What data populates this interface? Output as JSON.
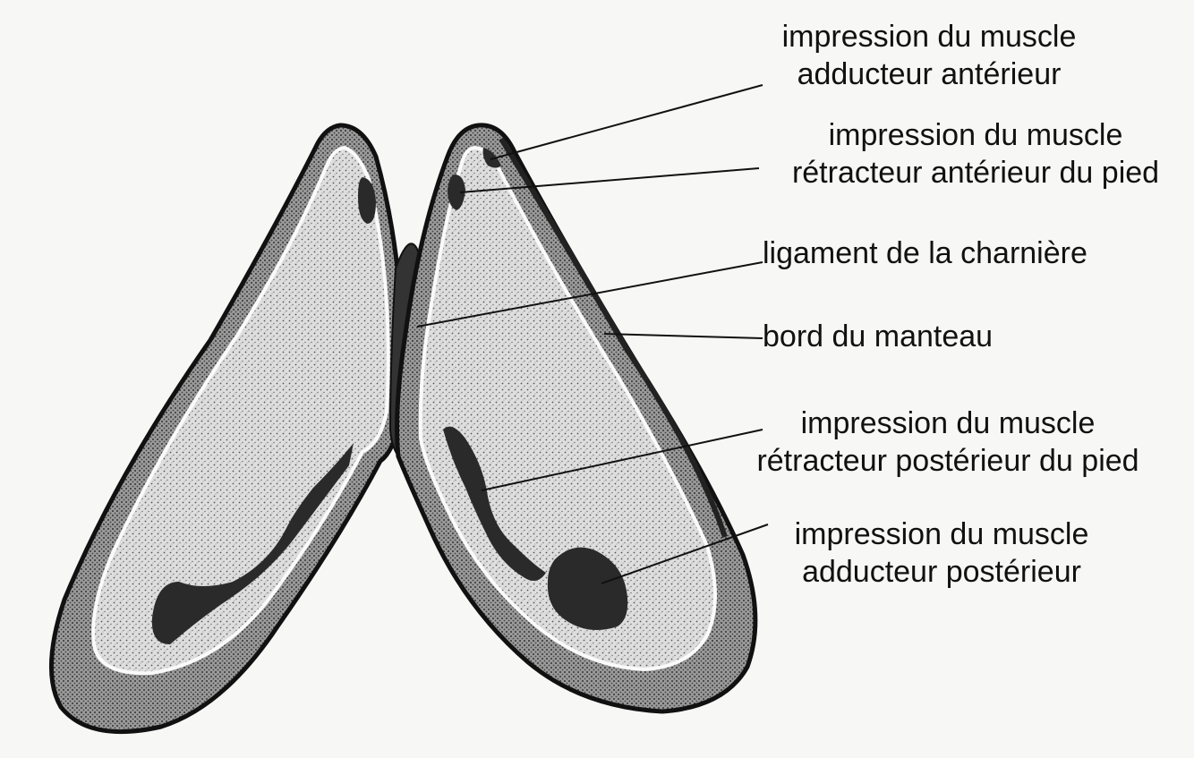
{
  "labels": {
    "adducteur_anterieur": {
      "line1": "impression du muscle",
      "line2": "adducteur antérieur"
    },
    "retracteur_anterieur": {
      "line1": "impression du muscle",
      "line2": "rétracteur antérieur du pied"
    },
    "ligament": {
      "line1": "ligament de la charnière"
    },
    "bord_manteau": {
      "line1": "bord du manteau"
    },
    "retracteur_posterieur": {
      "line1": "impression du muscle",
      "line2": "rétracteur postérieur du pied"
    },
    "adducteur_posterieur": {
      "line1": "impression du muscle",
      "line2": "adducteur postérieur"
    }
  },
  "colors": {
    "ink": "#111111",
    "shell_fill": "#c9c9c5",
    "muscle_scar": "#2a2a2a",
    "background": "#f7f7f5"
  }
}
